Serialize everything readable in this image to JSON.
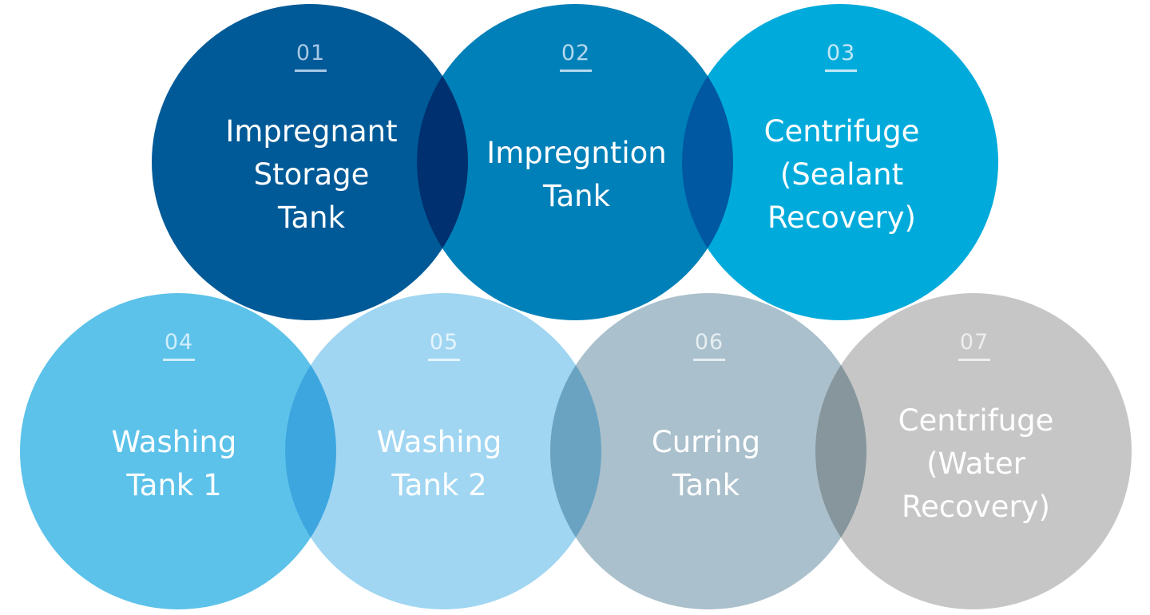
{
  "steps": [
    {
      "number": "01",
      "label_lines": [
        "Impregnant",
        "Storage",
        "Tank"
      ],
      "color": "#005A97",
      "number_color": "#A8C8E4"
    },
    {
      "number": "02",
      "label_lines": [
        "Impregntion",
        "Tank"
      ],
      "color": "#0080B8",
      "number_color": "#B4D8EC"
    },
    {
      "number": "03",
      "label_lines": [
        "Centrifuge",
        "(Sealant",
        "Recovery)"
      ],
      "color": "#00ABDB",
      "number_color": "#C2E8F6"
    },
    {
      "number": "04",
      "label_lines": [
        "Washing",
        "Tank 1"
      ],
      "color": "#5CC2EA",
      "number_color": "#D0EEFA"
    },
    {
      "number": "05",
      "label_lines": [
        "Washing",
        "Tank 2"
      ],
      "color": "#A0D6F2",
      "number_color": "#E6F4FC"
    },
    {
      "number": "06",
      "label_lines": [
        "Curring",
        "Tank"
      ],
      "color": "#AAC0CC",
      "number_color": "#E6EEF2"
    },
    {
      "number": "07",
      "label_lines": [
        "Centrifuge",
        "(Water",
        "Recovery)"
      ],
      "color": "#C6C6C6",
      "number_color": "#EEEEEE"
    }
  ],
  "overlaps": [
    {
      "between": [
        "01",
        "02"
      ],
      "color": "#00306F"
    },
    {
      "between": [
        "02",
        "03"
      ],
      "color": "#0058A2"
    },
    {
      "between": [
        "04",
        "05"
      ],
      "color": "#3DA6DF"
    },
    {
      "between": [
        "05",
        "06"
      ],
      "color": "#6AA3C2"
    },
    {
      "between": [
        "06",
        "07"
      ],
      "color": "#86969C"
    }
  ]
}
